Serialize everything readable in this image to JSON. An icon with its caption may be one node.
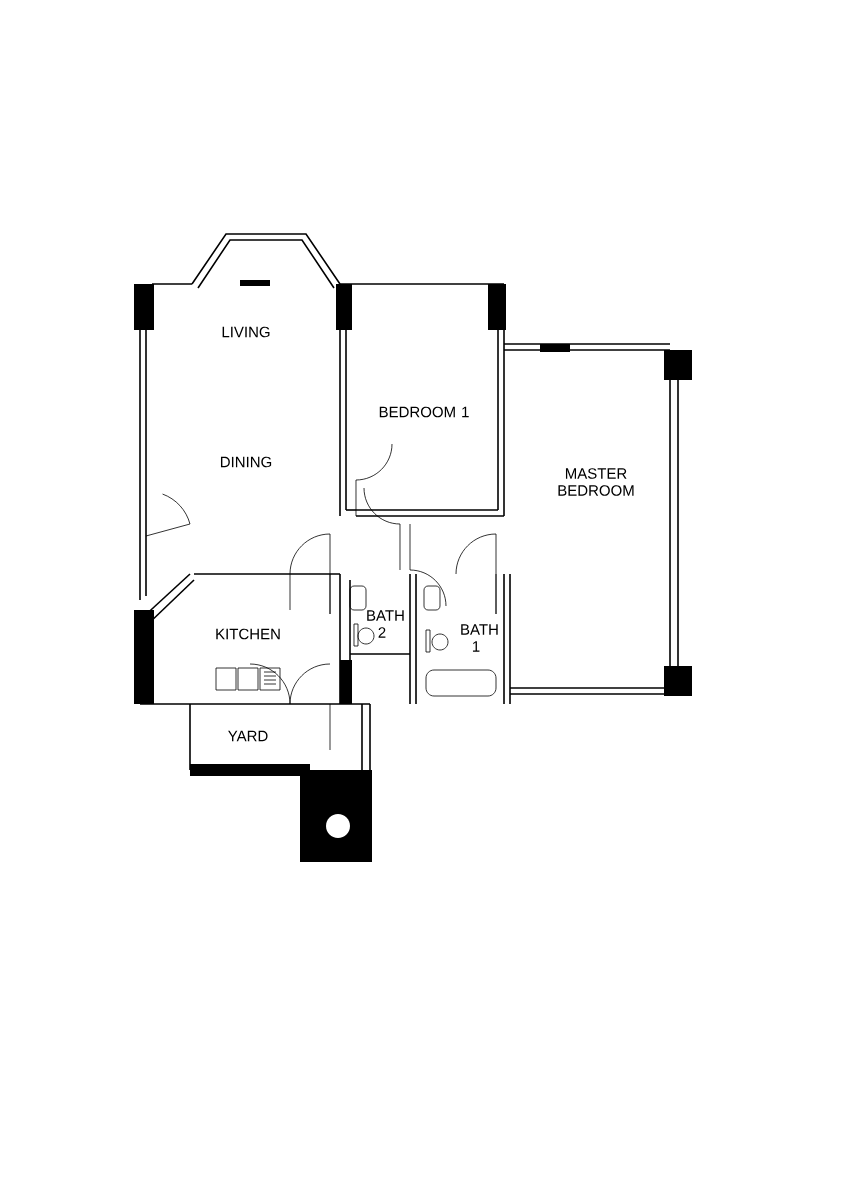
{
  "diagram": {
    "labels": [
      "LIVING",
      "BEDROOM 1",
      "DINING",
      "MASTER BEDROOM",
      "KITCHEN",
      "BATH 2",
      "BATH 1",
      "YARD"
    ]
  }
}
